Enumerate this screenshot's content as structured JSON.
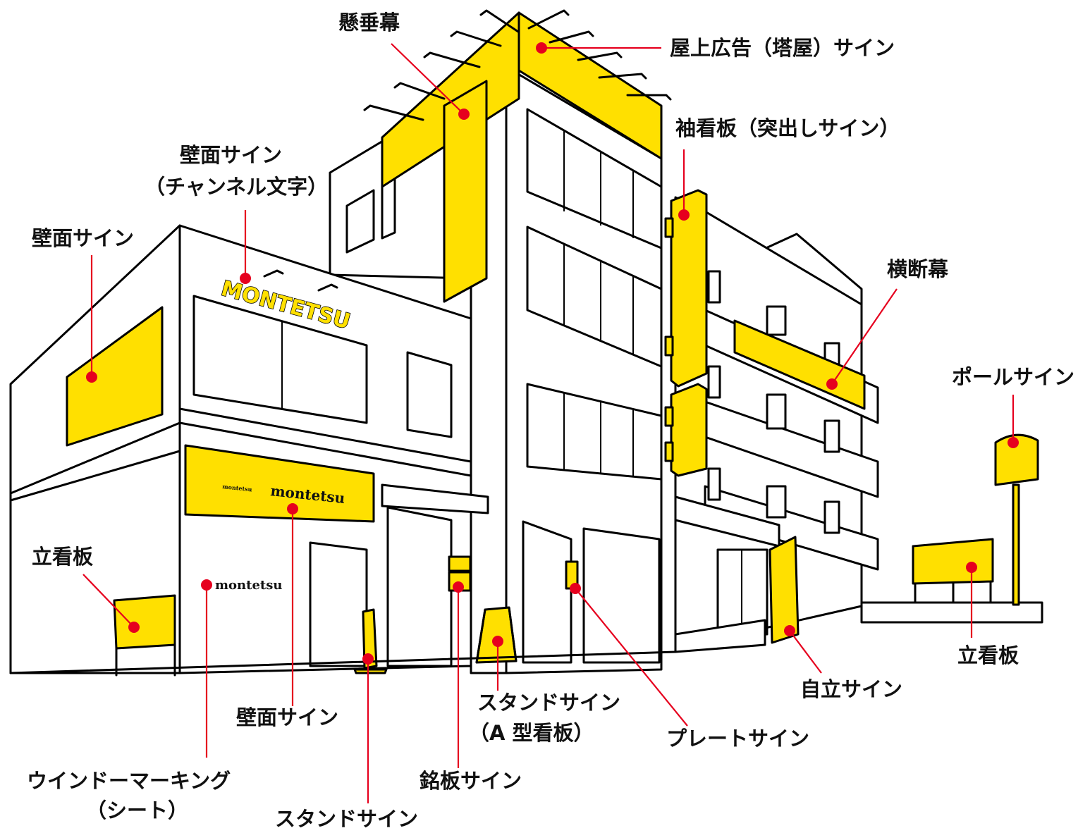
{
  "colors": {
    "sign": "#FFE000",
    "marker": "#E6001E",
    "line": "#000000"
  },
  "signage": {
    "bigBrand": "MONTETSU",
    "wallBrand": "montetsu",
    "wallSmall": "montetsu",
    "windowBrand": "montetsu"
  },
  "labels": {
    "kensuimaku": "懸垂幕",
    "okujo": "屋上広告（塔屋）サイン",
    "sodekanban": "袖看板（突出しサイン）",
    "hekimenChannel1": "壁面サイン",
    "hekimenChannel2": "（チャンネル文字）",
    "hekimenLeft": "壁面サイン",
    "oudanmaku": "横断幕",
    "poleSign": "ポールサイン",
    "tatekanbanLeft": "立看板",
    "tatekanbanRight": "立看板",
    "jiritsu": "自立サイン",
    "hekimenBottom": "壁面サイン",
    "standA1": "スタンドサイン",
    "standA2": "（A 型看板）",
    "plate": "プレートサイン",
    "window1": "ウインドーマーキング",
    "window2": "（シート）",
    "meiban": "銘板サイン",
    "standBottom": "スタンドサイン"
  }
}
